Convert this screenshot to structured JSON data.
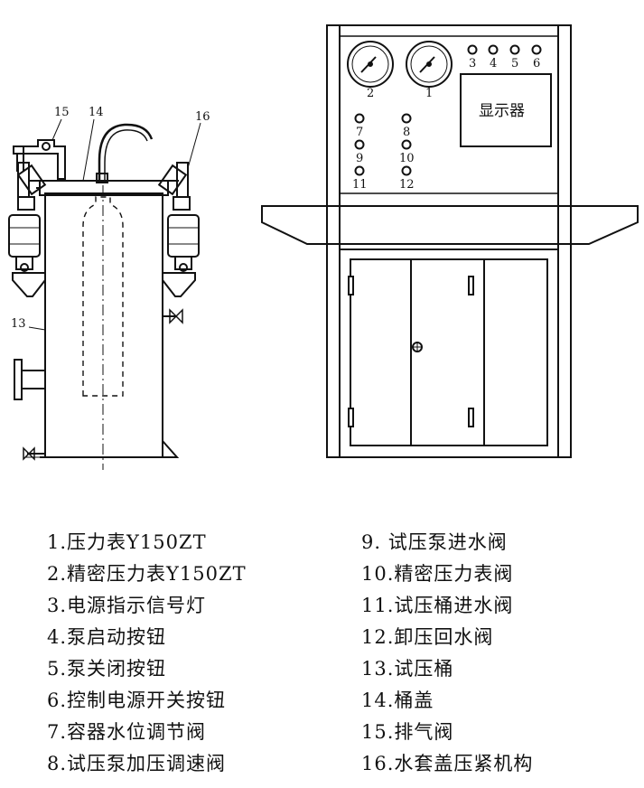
{
  "drawing": {
    "left_callouts": {
      "c13": "13",
      "c14": "14",
      "c15": "15",
      "c16": "16"
    },
    "panel_numbers": {
      "gauge2": "2",
      "gauge1": "1",
      "lamp3": "3",
      "lamp4": "4",
      "lamp5": "5",
      "lamp6": "6",
      "v7": "7",
      "v8": "8",
      "v9": "9",
      "v10": "10",
      "v11": "11",
      "v12": "12"
    },
    "display_label": "显示器"
  },
  "legend": {
    "left": [
      "1.压力表Y150ZT",
      "2.精密压力表Y150ZT",
      "3.电源指示信号灯",
      "4.泵启动按钮",
      "5.泵关闭按钮",
      "6.控制电源开关按钮",
      "7.容器水位调节阀",
      "8.试压泵加压调速阀"
    ],
    "right": [
      "9. 试压泵进水阀",
      "10.精密压力表阀",
      "11.试压桶进水阀",
      "12.卸压回水阀",
      "13.试压桶",
      "14.桶盖",
      "15.排气阀",
      "16.水套盖压紧机构"
    ]
  }
}
